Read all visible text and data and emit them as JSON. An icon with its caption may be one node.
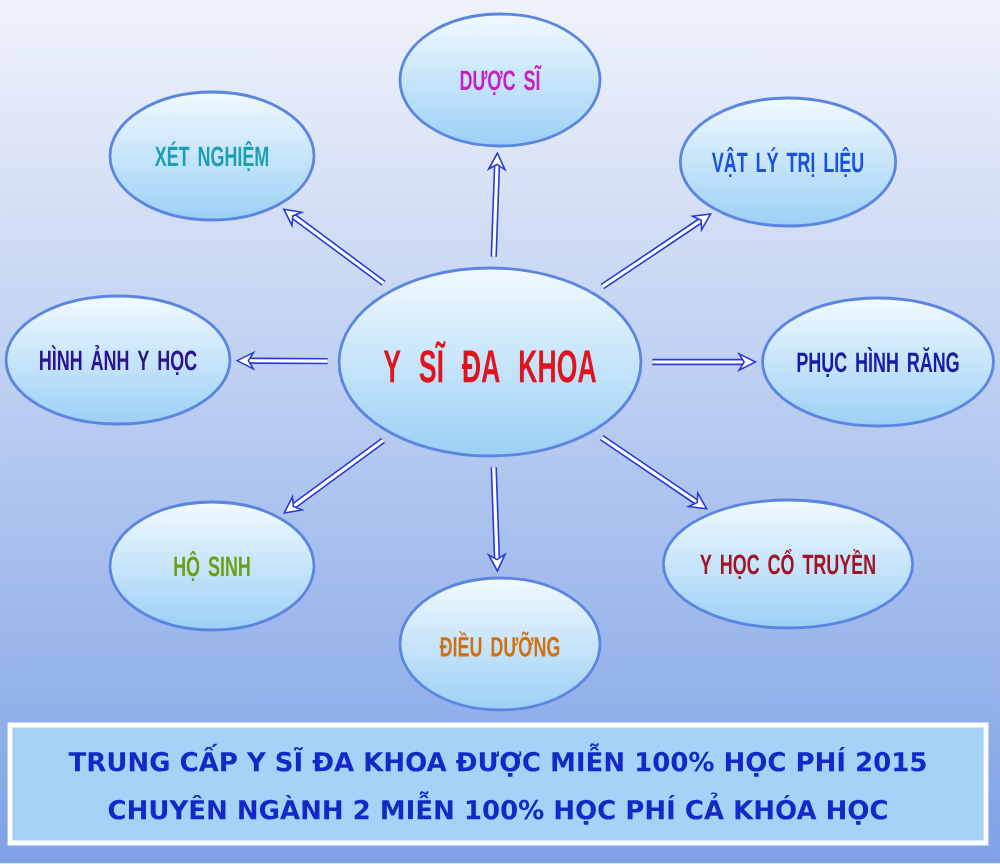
{
  "diagram": {
    "nodes": [
      {
        "text": [
          "DƯỢC SĨ"
        ]
      },
      {
        "text": [
          "XÉT NGHIỆM"
        ]
      },
      {
        "text": [
          "VẬT LÝ TRỊ LIỆU"
        ]
      },
      {
        "text": [
          "HÌNH ẢNH Y HỌC"
        ]
      },
      {
        "text": [
          "Y SĨ ĐA KHOA"
        ]
      },
      {
        "text": [
          "PHỤC HÌNH RĂNG"
        ]
      },
      {
        "text": [
          "HỘ SINH"
        ]
      },
      {
        "text": [
          "Y HỌC CỔ TRUYỀN"
        ]
      },
      {
        "text": [
          "ĐIỀU DƯỠNG"
        ]
      },
      {
        "text": [
          "TRUNG CẤP Y SĨ ĐA KHOA ĐƯỢC MIỄN 100% HỌC PHÍ 2015",
          "CHUYÊN NGÀNH 2 MIỄN 100% HỌC PHÍ CẢ KHÓA HỌC"
        ]
      }
    ],
    "edges": [
      {
        "from": 4,
        "to": 0,
        "arrow": "to"
      },
      {
        "from": 4,
        "to": 1,
        "arrow": "to"
      },
      {
        "from": 4,
        "to": 2,
        "arrow": "to"
      },
      {
        "from": 4,
        "to": 3,
        "arrow": "to"
      },
      {
        "from": 4,
        "to": 5,
        "arrow": "to"
      },
      {
        "from": 4,
        "to": 6,
        "arrow": "to"
      },
      {
        "from": 4,
        "to": 7,
        "arrow": "to"
      },
      {
        "from": 4,
        "to": 8,
        "arrow": "to"
      }
    ]
  }
}
